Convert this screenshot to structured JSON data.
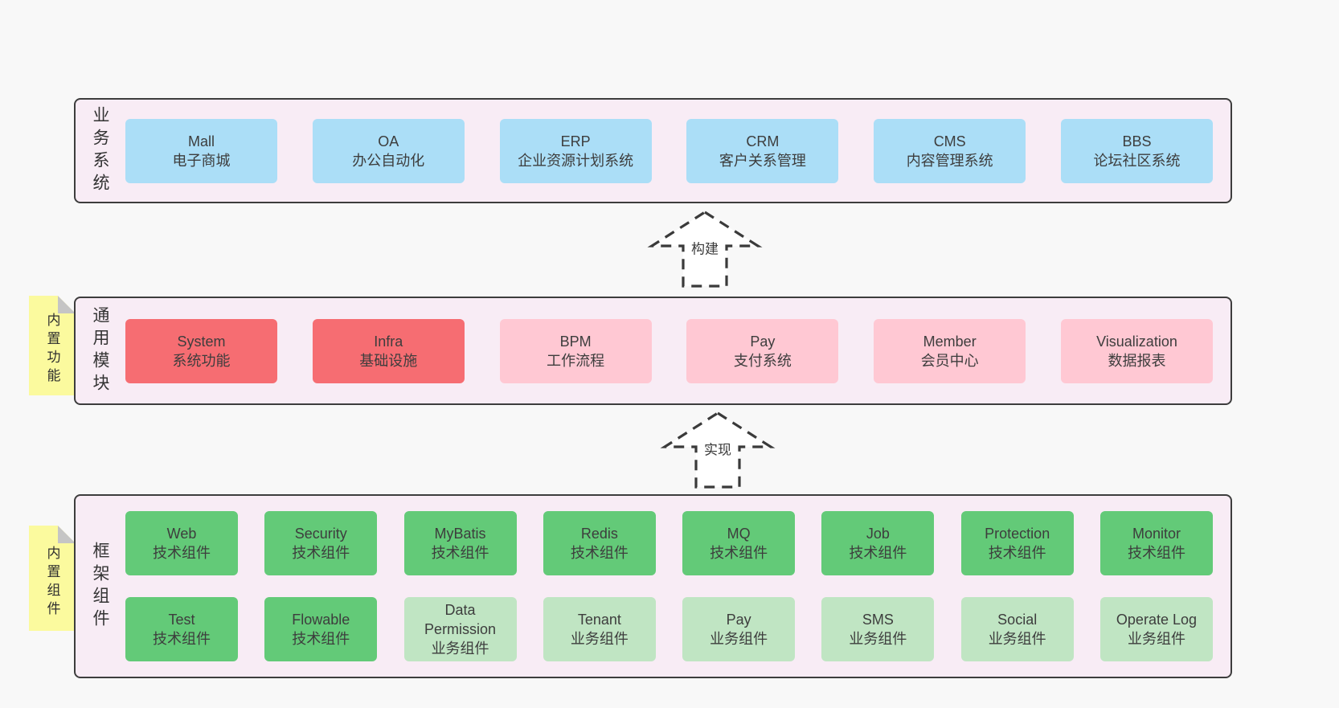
{
  "colors": {
    "page_bg": "#f8f8f8",
    "panel_bg": "#f8ecf5",
    "panel_border": "#3d3d3d",
    "box_text": "#3d3d3d",
    "blue": "#abdef7",
    "red": "#f66d72",
    "pink": "#ffc8d3",
    "green": "#63ca78",
    "light_green": "#c0e5c3",
    "yellow": "#fbfa9e",
    "fold_gray": "#c5c5c5",
    "arrow_fill": "#ffffff",
    "arrow_stroke": "#3a3a3a"
  },
  "arrows": [
    {
      "id": "build",
      "label": "构建"
    },
    {
      "id": "implement",
      "label": "实现"
    }
  ],
  "panels": [
    {
      "id": "business-systems",
      "label": "业务系统",
      "note": "",
      "rows": [
        [
          {
            "name": "Mall",
            "desc": "电子商城",
            "variant": "blue"
          },
          {
            "name": "OA",
            "desc": "办公自动化",
            "variant": "blue"
          },
          {
            "name": "ERP",
            "desc": "企业资源计划系统",
            "variant": "blue"
          },
          {
            "name": "CRM",
            "desc": "客户关系管理",
            "variant": "blue"
          },
          {
            "name": "CMS",
            "desc": "内容管理系统",
            "variant": "blue"
          },
          {
            "name": "BBS",
            "desc": "论坛社区系统",
            "variant": "blue"
          }
        ]
      ]
    },
    {
      "id": "common-modules",
      "label": "通用模块",
      "note": "内置功能",
      "rows": [
        [
          {
            "name": "System",
            "desc": "系统功能",
            "variant": "red"
          },
          {
            "name": "Infra",
            "desc": "基础设施",
            "variant": "red"
          },
          {
            "name": "BPM",
            "desc": "工作流程",
            "variant": "pink"
          },
          {
            "name": "Pay",
            "desc": "支付系统",
            "variant": "pink"
          },
          {
            "name": "Member",
            "desc": "会员中心",
            "variant": "pink"
          },
          {
            "name": "Visualization",
            "desc": "数据报表",
            "variant": "pink"
          }
        ]
      ]
    },
    {
      "id": "framework-components",
      "label": "框架组件",
      "note": "内置组件",
      "rows": [
        [
          {
            "name": "Web",
            "desc": "技术组件",
            "variant": "green"
          },
          {
            "name": "Security",
            "desc": "技术组件",
            "variant": "green"
          },
          {
            "name": "MyBatis",
            "desc": "技术组件",
            "variant": "green"
          },
          {
            "name": "Redis",
            "desc": "技术组件",
            "variant": "green"
          },
          {
            "name": "MQ",
            "desc": "技术组件",
            "variant": "green"
          },
          {
            "name": "Job",
            "desc": "技术组件",
            "variant": "green"
          },
          {
            "name": "Protection",
            "desc": "技术组件",
            "variant": "green"
          },
          {
            "name": "Monitor",
            "desc": "技术组件",
            "variant": "green"
          }
        ],
        [
          {
            "name": "Test",
            "desc": "技术组件",
            "variant": "green"
          },
          {
            "name": "Flowable",
            "desc": "技术组件",
            "variant": "green"
          },
          {
            "name": "Data Permission",
            "desc": "业务组件",
            "variant": "light_green"
          },
          {
            "name": "Tenant",
            "desc": "业务组件",
            "variant": "light_green"
          },
          {
            "name": "Pay",
            "desc": "业务组件",
            "variant": "light_green"
          },
          {
            "name": "SMS",
            "desc": "业务组件",
            "variant": "light_green"
          },
          {
            "name": "Social",
            "desc": "业务组件",
            "variant": "light_green"
          },
          {
            "name": "Operate Log",
            "desc": "业务组件",
            "variant": "light_green"
          }
        ]
      ]
    }
  ]
}
